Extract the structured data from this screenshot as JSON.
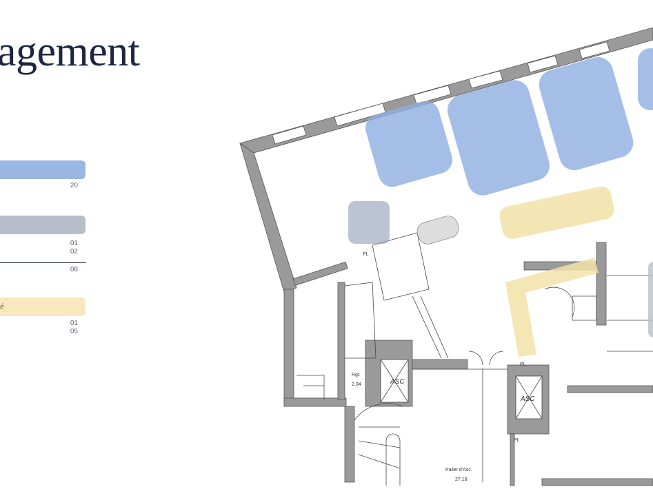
{
  "title": "agement",
  "legend": {
    "blue": {
      "color": "#9ab7e4",
      "values": [
        "20"
      ]
    },
    "grey": {
      "color": "#b9bfca",
      "values": [
        "01",
        "02"
      ]
    },
    "line": {
      "values": [
        "08"
      ]
    },
    "yellow": {
      "color": "#f7e9bd",
      "label": "é",
      "values": [
        "01",
        "05"
      ]
    }
  },
  "plan": {
    "rooms": [
      {
        "name": "Rgt.",
        "number": "2.04"
      },
      {
        "name": "Palier d'Asc.",
        "number": "27.18"
      }
    ],
    "elevator_label": "ASC",
    "shaft_label": "PL"
  }
}
